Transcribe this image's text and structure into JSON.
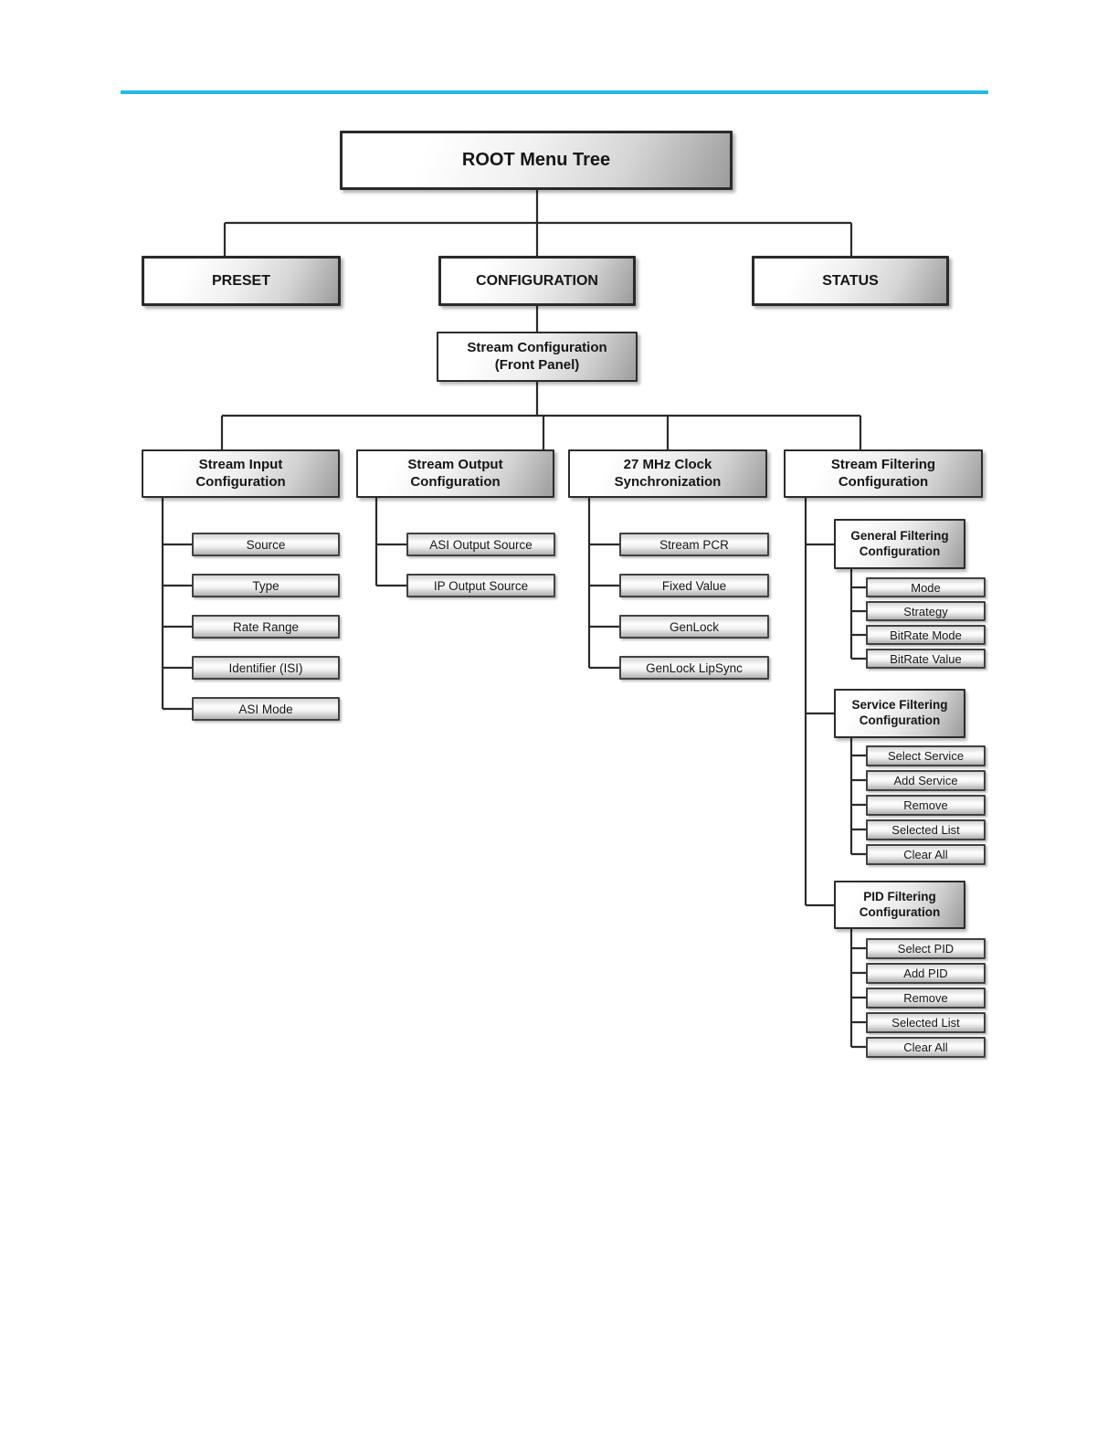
{
  "style": {
    "accent_rule_color": "#27b8e9",
    "connector_color": "#2b2b2b"
  },
  "diagram": {
    "root": {
      "label": "ROOT Menu Tree"
    },
    "preset": {
      "label": "PRESET"
    },
    "configuration": {
      "label": "CONFIGURATION"
    },
    "status": {
      "label": "STATUS"
    },
    "stream_configuration": {
      "line1": "Stream Configuration",
      "line2": "(Front Panel)"
    },
    "stream_input": {
      "line1": "Stream Input",
      "line2": "Configuration",
      "items": [
        "Source",
        "Type",
        "Rate Range",
        "Identifier (ISI)",
        "ASI Mode"
      ]
    },
    "stream_output": {
      "line1": "Stream Output",
      "line2": "Configuration",
      "items": [
        "ASI Output Source",
        "IP Output Source"
      ]
    },
    "clock_sync": {
      "line1": "27 MHz Clock",
      "line2": "Synchronization",
      "items": [
        "Stream PCR",
        "Fixed Value",
        "GenLock",
        "GenLock LipSync"
      ]
    },
    "stream_filtering": {
      "line1": "Stream Filtering",
      "line2": "Configuration"
    },
    "general_filtering": {
      "line1": "General Filtering",
      "line2": "Configuration",
      "items": [
        "Mode",
        "Strategy",
        "BitRate Mode",
        "BitRate Value"
      ]
    },
    "service_filtering": {
      "line1": "Service Filtering",
      "line2": "Configuration",
      "items": [
        "Select Service",
        "Add Service",
        "Remove",
        "Selected List",
        "Clear All"
      ]
    },
    "pid_filtering": {
      "line1": "PID Filtering",
      "line2": "Configuration",
      "items": [
        "Select PID",
        "Add PID",
        "Remove",
        "Selected List",
        "Clear All"
      ]
    }
  }
}
